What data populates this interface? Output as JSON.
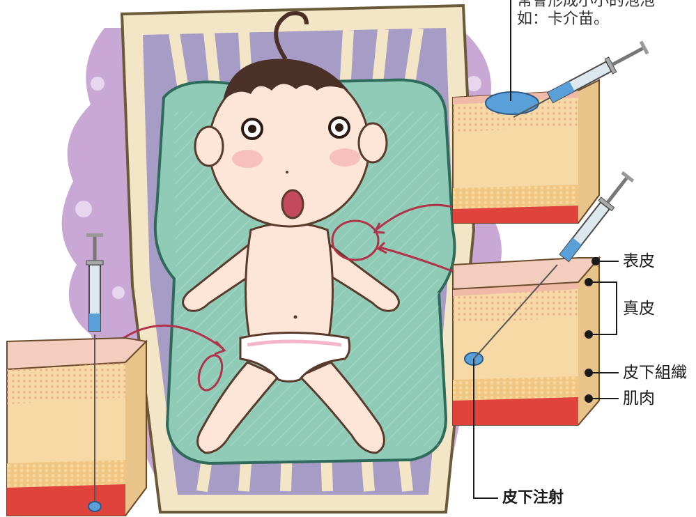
{
  "colors": {
    "cloud": "#c9a8d6",
    "cloud_dots": "#e7d6ee",
    "crib_frame": "#f2e6c6",
    "crib_bars": "#a69cc6",
    "blanket": "#8fcbb6",
    "skin": "#fde6d8",
    "epidermis": "#f0b9a8",
    "dermis": "#f6d9a5",
    "fat": "#f1c682",
    "muscle": "#e0423c",
    "fluid": "#5aa0d8",
    "marker": "#b0334a"
  },
  "icons": [
    "syringe-icon",
    "syringe-icon",
    "syringe-icon"
  ],
  "note": {
    "line1": "常會形成小小的泡泡",
    "line2": "如：卡介苗。"
  },
  "labels": {
    "epidermis": "表皮",
    "dermis": "真皮",
    "subcutaneous": "皮下組織",
    "muscle": "肌肉",
    "subcutaneous_injection": "皮下注射"
  }
}
